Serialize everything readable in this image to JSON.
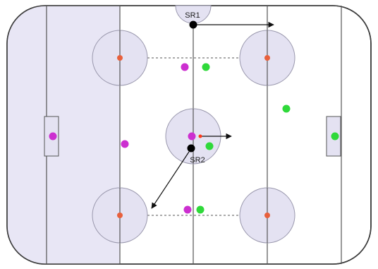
{
  "diagram": {
    "colors": {
      "rink_boundary": "#3a3a3a",
      "zone_shade": "#e8e6f5",
      "circle_fill": "#e4e2f2",
      "circle_stroke": "#9a98ad",
      "line": "#555555",
      "faceoff_dot": "#e8603c",
      "team_magenta": "#cc2fd0",
      "team_green": "#2fd93a",
      "official": "#000000",
      "puck": "#ff3a1a",
      "arrow": "#111111"
    },
    "labels": {
      "sr1": "SR1",
      "sr2": "SR2"
    },
    "officials": [
      {
        "id": "sr1",
        "label": "SR1"
      },
      {
        "id": "sr2",
        "label": "SR2"
      }
    ],
    "players": {
      "magenta": [
        "left-goal",
        "left-defense",
        "upper-center",
        "center-faceoff",
        "lower-center"
      ],
      "green": [
        "upper-center",
        "center-faceoff",
        "right-wing",
        "right-goal",
        "lower-center"
      ]
    },
    "icons": {
      "official": "black-circle",
      "player": "filled-circle",
      "faceoff": "dot",
      "movement": "arrow"
    }
  }
}
